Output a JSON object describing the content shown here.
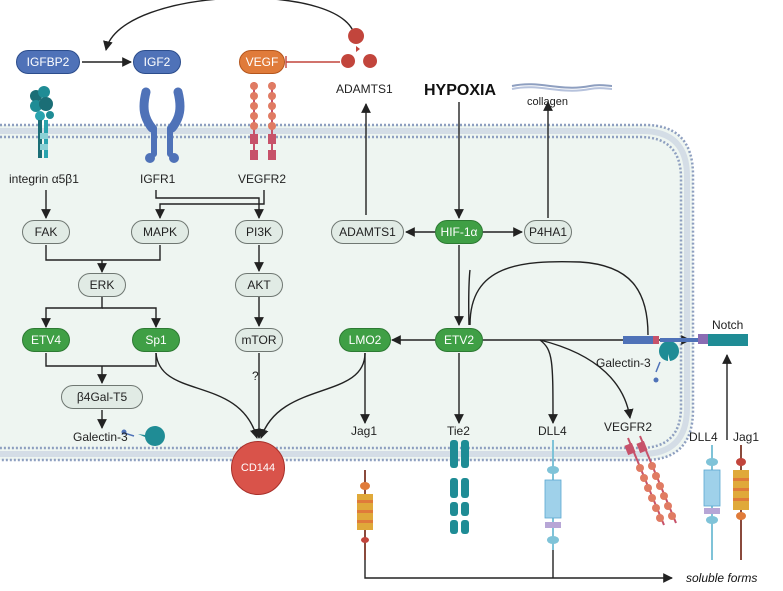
{
  "labels": {
    "igfbp2": "IGFBP2",
    "igf2": "IGF2",
    "vegf": "VEGF",
    "adamts1_top": "ADAMTS1",
    "hypoxia": "HYPOXIA",
    "collagen": "collagen",
    "integrin": "integrin α5β1",
    "igfr1": "IGFR1",
    "vegfr2_top": "VEGFR2",
    "fak": "FAK",
    "mapk": "MAPK",
    "pi3k": "PI3K",
    "adamts1": "ADAMTS1",
    "hif1a": "HIF-1α",
    "p4ha1": "P4HA1",
    "erk": "ERK",
    "akt": "AKT",
    "etv4": "ETV4",
    "sp1": "Sp1",
    "mtor": "mTOR",
    "lmo2": "LMO2",
    "etv2": "ETV2",
    "notch": "Notch",
    "galectin3_right": "Galectin-3",
    "question": "?",
    "b4galt5": "β4Gal-T5",
    "galectin3_left": "Galectin-3",
    "jag1": "Jag1",
    "tie2": "Tie2",
    "dll4": "DLL4",
    "vegfr2_bottom": "VEGFR2",
    "dll4_right": "DLL4",
    "jag1_right": "Jag1",
    "cd144": "CD144",
    "soluble_forms": "soluble forms"
  },
  "colors": {
    "green": "#3f9f45",
    "gray_node": "#e1ebe5",
    "blue": "#4f72b8",
    "orange": "#e07b3a",
    "red": "#d9534a",
    "teal": "#1f8c95",
    "cell_fill": "#eef5f1",
    "membrane": "#8e9fc0"
  },
  "icons": [
    "integrin-icon",
    "igfr1-receptor-icon",
    "vegfr2-receptor-icon",
    "adamts1-enzyme-icon",
    "galectin-3-icon",
    "collagen-fiber-icon",
    "notch-receptor-icon",
    "jag1-ligand-icon",
    "tie2-receptor-icon",
    "dll4-ligand-icon"
  ]
}
